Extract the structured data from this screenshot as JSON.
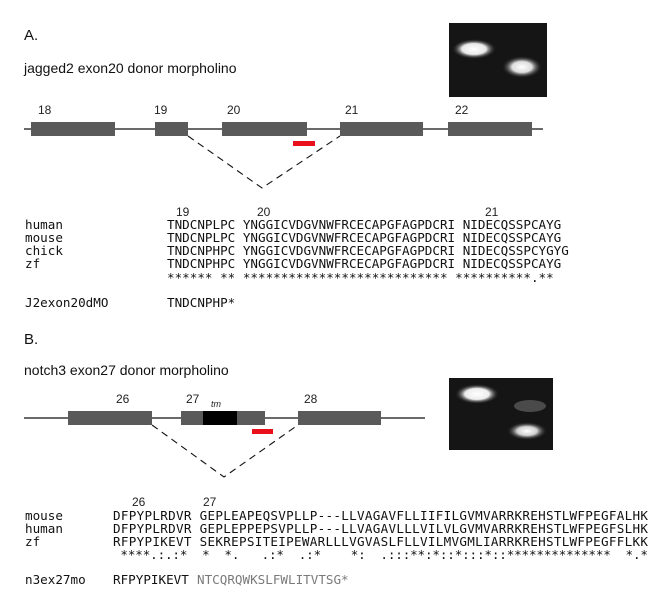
{
  "panelA": {
    "label": "A.",
    "title": "jagged2 exon20 donor morpholino",
    "exons": [
      {
        "num": "18",
        "color": "#5a5a5a"
      },
      {
        "num": "19",
        "color": "#5a5a5a"
      },
      {
        "num": "20",
        "color": "#5a5a5a"
      },
      {
        "num": "21",
        "color": "#5a5a5a"
      },
      {
        "num": "22",
        "color": "#5a5a5a"
      }
    ],
    "morpholino_color": "#e8101a",
    "alignment": {
      "exon_labels": [
        "19",
        "20",
        "21"
      ],
      "rows": [
        {
          "name": "human",
          "seq": "TNDCNPLPC YNGGICVDGVNWFRCECAPGFAGPDCRI NIDECQSSPCAYG"
        },
        {
          "name": "mouse",
          "seq": "TNDCNPLPC YNGGICVDGVNWFRCECAPGFAGPDCRI NIDECQSSPCAYG"
        },
        {
          "name": "chick",
          "seq": "TNDCNPHPC YNGGICVDGVNWFRCECAPGFAGPDCRI NIDECQSSPCYGYG"
        },
        {
          "name": "zf",
          "seq": "TNDCNPHPC YNGGICVDGVNWFRCECAPGFAGPDCRI NIDECQSSPCAYG"
        }
      ],
      "conservation": "****** ** *************************** **********.**",
      "morphant_name": "J2exon20dMO",
      "morphant_seq": "TNDCNPHP*"
    }
  },
  "panelB": {
    "label": "B.",
    "title": "notch3 exon27  donor morpholino",
    "exons": [
      {
        "num": "26",
        "color": "#5a5a5a"
      },
      {
        "num": "27",
        "color": "#5a5a5a"
      },
      {
        "num": "28",
        "color": "#5a5a5a"
      }
    ],
    "tm_label": "tm",
    "tm_color": "#000000",
    "morpholino_color": "#e8101a",
    "alignment": {
      "exon_labels": [
        "26",
        "27"
      ],
      "rows": [
        {
          "name": "mouse",
          "seq": "DFPYPLRDVR GEPLEAPEQSVPLLP---LLVAGAVFLLIIFILGVMVARRKREHSTLWFPEGFALHK"
        },
        {
          "name": "human",
          "seq": "DFPYPLRDVR GEPLEPPEPSVPLLP---LLVAGAVLLLVILVLGVMVARRKREHSTLWFPEGFSLHK"
        },
        {
          "name": "zf",
          "seq": "RFPYPIKEVT SEKREPSITEIPEWARLLLVGVASLFLLVILMVGMLIARRKREHSTLWFPEGFFLKK"
        }
      ],
      "conservation": " ****.:.:*  *  *.   .:*  .:*    *:  .:::**:*::*:::*::**************  *.*",
      "morphant_name": "n3ex27mo",
      "morphant_seq": "RFPYPIKEVT",
      "morphant_readthrough": "NTCQRQWKSLFWLITVTSG*",
      "readthrough_color": "#7a7a7a"
    }
  }
}
